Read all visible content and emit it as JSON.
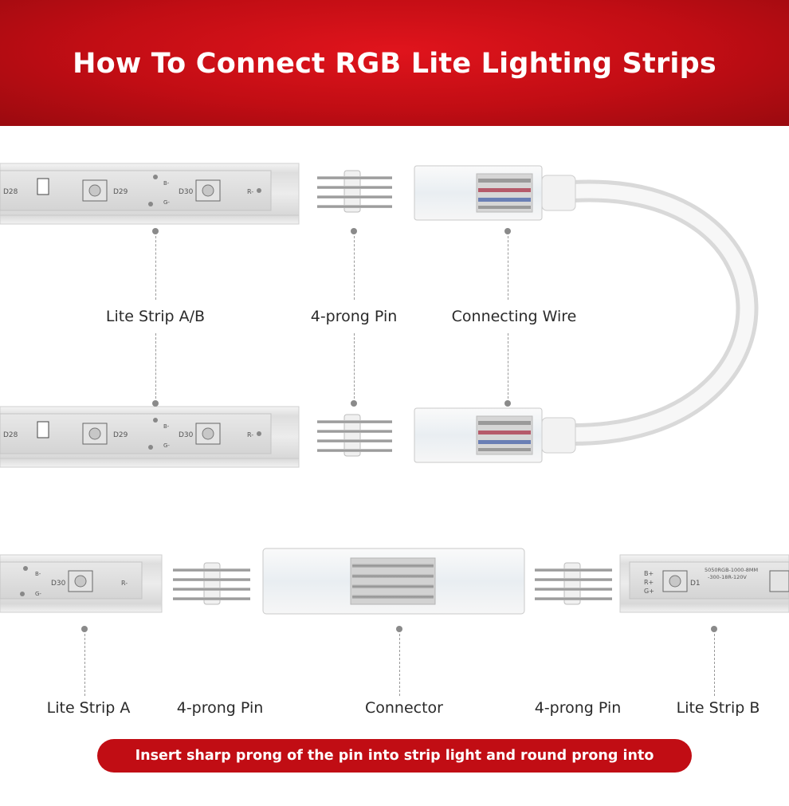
{
  "title": "How To Connect RGB Lite Lighting Strips",
  "top_section": {
    "labels": {
      "strip_ab": "Lite Strip A/B",
      "pin": "4-prong Pin",
      "wire": "Connecting Wire"
    },
    "strip_marks": [
      "D28",
      "D29",
      "D30",
      "B-",
      "G-",
      "R-"
    ]
  },
  "bottom_section": {
    "labels": {
      "strip_a": "Lite Strip A",
      "pin_left": "4-prong Pin",
      "connector": "Connector",
      "pin_right": "4-prong Pin",
      "strip_b": "Lite Strip B"
    },
    "strip_a_marks": [
      "B-",
      "G-",
      "D30",
      "R-"
    ],
    "strip_b_marks": [
      "B+",
      "R+",
      "G+",
      "D1",
      "5050RGB-1000-8MM",
      "-300-18R-120V"
    ]
  },
  "footer_note": "Insert sharp prong of the pin into strip light and round prong into connector.",
  "colors": {
    "brand_red": "#c10d14",
    "label_text": "#2a2a2a",
    "leader": "#8a8a8a"
  }
}
